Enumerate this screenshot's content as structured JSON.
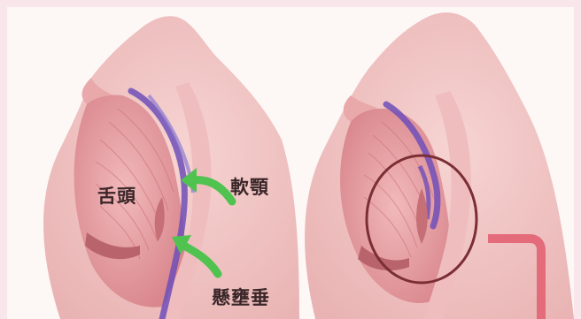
{
  "labels": {
    "tongue": "舌頭",
    "soft_palate": "軟顎",
    "uvula": "懸壅垂"
  },
  "icons": {
    "arrow_palate": "green-curved-arrow-icon",
    "arrow_uvula": "green-curved-arrow-icon",
    "highlight": "airway-obstruction-circle",
    "connector": "pink-connector-line"
  },
  "colors": {
    "background": "#f9e6ea",
    "skin": "#f2c7c6",
    "tissue": "#e6a6a8",
    "airway": "#6e4fb8",
    "arrow": "#4fc24f",
    "circle": "#7b2e34",
    "connector": "#e46b7a",
    "label": "#3a2628"
  }
}
